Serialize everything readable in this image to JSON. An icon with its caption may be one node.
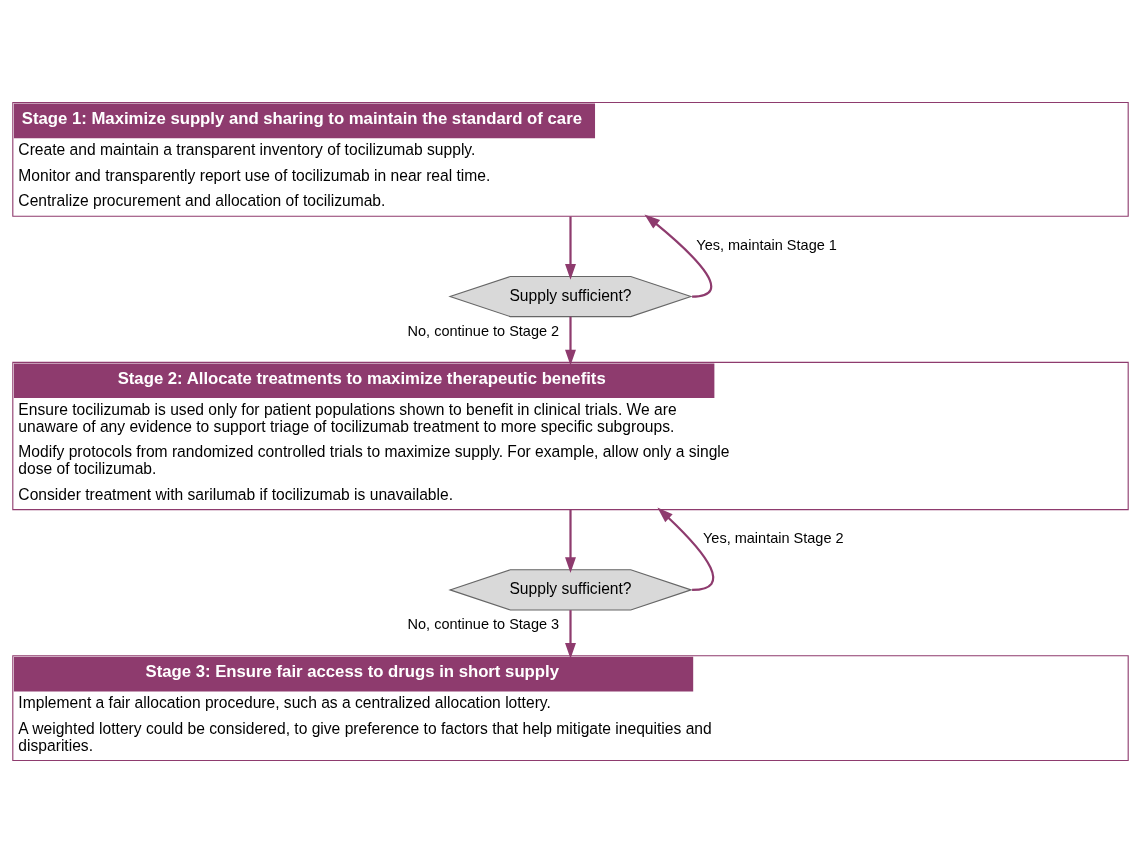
{
  "diagram": {
    "nodes": [
      {
        "text": [
          "Stage 1: Maximize supply and sharing to maintain the standard of care",
          "Create and maintain a transparent inventory of tocilizumab supply.",
          "Monitor and transparently report use of tocilizumab in near real time.",
          "Centralize procurement and allocation of tocilizumab."
        ]
      },
      {
        "text": [
          "Supply sufficient?"
        ]
      },
      {
        "text": [
          "Stage 2: Allocate treatments to maximize therapeutic benefits",
          "Ensure tocilizumab is used only for patient populations shown to benefit in clinical trials. We are unaware of any evidence to support triage of tocilizumab treatment to more specific subgroups.",
          "Modify protocols from randomized controlled trials to maximize supply. For example, allow only a single dose of tocilizumab.",
          "Consider treatment with sarilumab if tocilizumab is unavailable."
        ]
      },
      {
        "text": [
          "Supply sufficient?"
        ]
      },
      {
        "text": [
          "Stage 3: Ensure fair access to drugs in short supply",
          "Implement a fair allocation procedure, such as a centralized allocation lottery.",
          "A weighted lottery could be considered, to give preference to factors that help mitigate inequities and disparities."
        ]
      }
    ],
    "edges": [
      {
        "from": 0,
        "to": 1,
        "arrow": "to"
      },
      {
        "from": 1,
        "to": 0,
        "arrow": "to",
        "label": "Yes, maintain Stage 1"
      },
      {
        "from": 1,
        "to": 2,
        "arrow": "to",
        "label": "No, continue to Stage 2"
      },
      {
        "from": 2,
        "to": 3,
        "arrow": "to"
      },
      {
        "from": 3,
        "to": 2,
        "arrow": "to",
        "label": "Yes, maintain Stage 2"
      },
      {
        "from": 3,
        "to": 4,
        "arrow": "to",
        "label": "No, continue to Stage 3"
      }
    ]
  }
}
